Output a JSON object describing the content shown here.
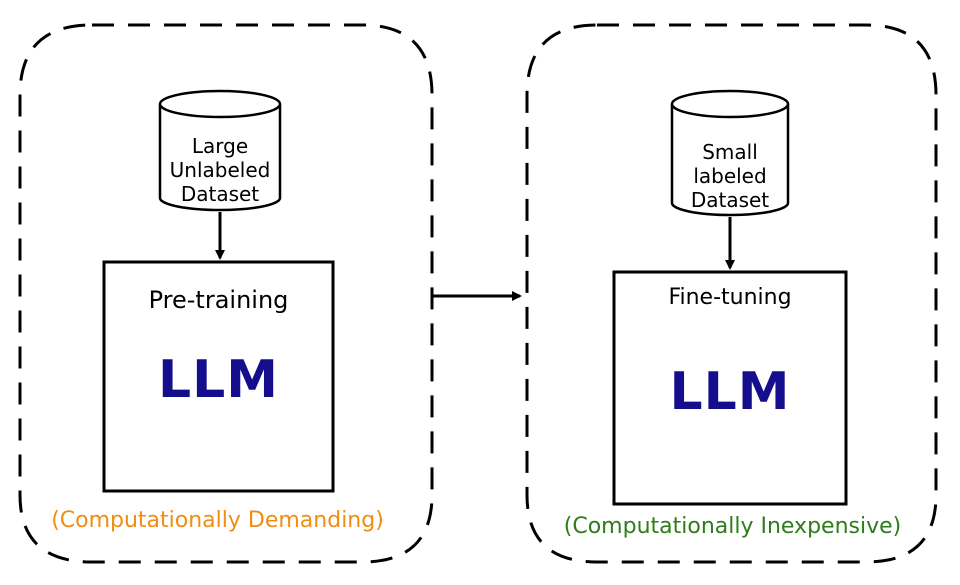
{
  "stages": [
    {
      "dataset": {
        "lines": [
          "Large",
          "Unlabeled",
          "Dataset"
        ]
      },
      "process_label": "Pre-training",
      "model_label": "LLM",
      "cost_note": "(Computationally Demanding)",
      "cost_color": "#f28c12"
    },
    {
      "dataset": {
        "lines": [
          "Small",
          "labeled",
          "Dataset"
        ]
      },
      "process_label": "Fine-tuning",
      "model_label": "LLM",
      "cost_note": "(Computationally Inexpensive)",
      "cost_color": "#2e7d1a"
    }
  ],
  "colors": {
    "llm": "#140d8c",
    "stroke": "#000000"
  }
}
